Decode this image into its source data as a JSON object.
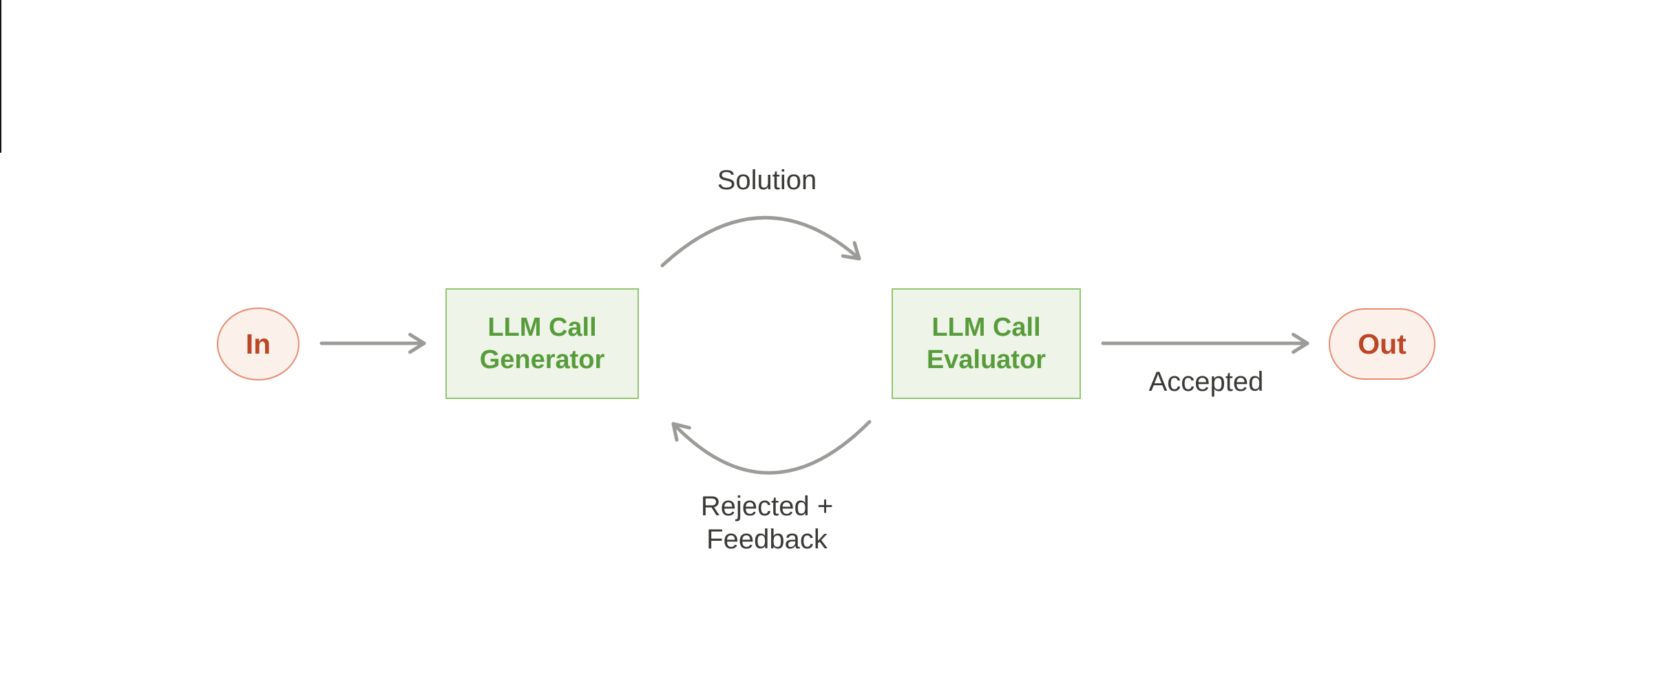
{
  "colors": {
    "background": "#ffffff",
    "terminal_fill": "#fcf0ea",
    "terminal_border": "#e78a6c",
    "terminal_text": "#bb4726",
    "process_fill": "#eef4e7",
    "process_border": "#92c570",
    "process_text": "#579c3b",
    "arrow": "#9b9b98",
    "label_text": "#3a3a37"
  },
  "nodes": {
    "in": {
      "label": "In"
    },
    "generator": {
      "lines": [
        "LLM Call",
        "Generator"
      ]
    },
    "evaluator": {
      "lines": [
        "LLM Call",
        "Evaluator"
      ]
    },
    "out": {
      "label": "Out"
    }
  },
  "edge_labels": {
    "solution": "Solution",
    "accepted": "Accepted",
    "rejected_line1": "Rejected +",
    "rejected_line2": "Feedback"
  }
}
